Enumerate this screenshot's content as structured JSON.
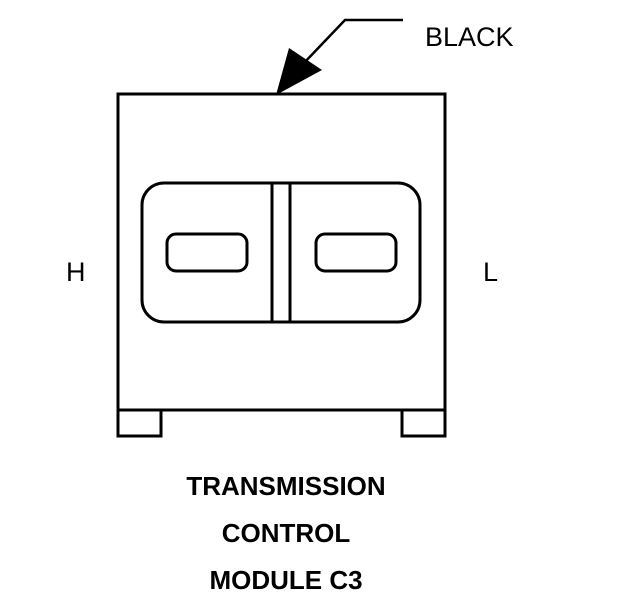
{
  "callout": {
    "label": "BLACK"
  },
  "pin_labels": {
    "left": "H",
    "right": "L"
  },
  "caption": {
    "line1": "TRANSMISSION",
    "line2": "CONTROL",
    "line3": "MODULE C3"
  },
  "colors": {
    "line": "#000000",
    "background": "#ffffff"
  }
}
